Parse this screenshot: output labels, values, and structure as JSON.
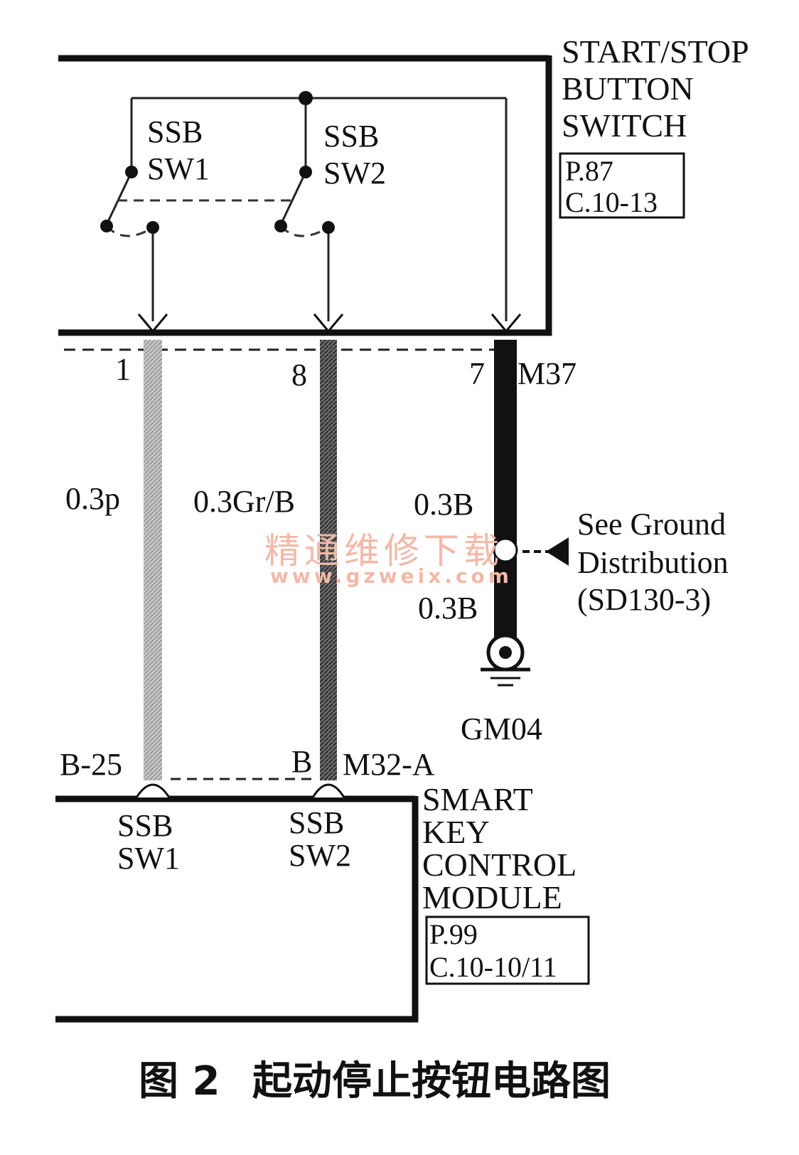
{
  "switch_component": {
    "name_lines": [
      "START/STOP",
      "BUTTON",
      "SWITCH"
    ],
    "ref_lines": [
      "P.87",
      "C.10-13"
    ],
    "sw1_lines": [
      "SSB",
      "SW1"
    ],
    "sw2_lines": [
      "SSB",
      "SW2"
    ]
  },
  "connector_top": {
    "id": "M37",
    "pins": [
      "1",
      "8",
      "7"
    ]
  },
  "wires": [
    {
      "label": "0.3p",
      "color": "#b5b5b5"
    },
    {
      "label": "0.3Gr/B",
      "color": "#6b6b6b"
    },
    {
      "label": "0.3B",
      "color": "#111111"
    },
    {
      "label": "0.3B",
      "color": "#111111"
    }
  ],
  "ground_ref": {
    "lines": [
      "See Ground",
      "Distribution",
      "(SD130-3)"
    ]
  },
  "ground_point": "GM04",
  "connector_bottom": {
    "left_pin": "B-25",
    "right_pin": "B",
    "id": "M32-A"
  },
  "module": {
    "name_lines": [
      "SMART",
      "KEY",
      "CONTROL",
      "MODULE"
    ],
    "ref_lines": [
      "P.99",
      "C.10-10/11"
    ],
    "sw1_lines": [
      "SSB",
      "SW1"
    ],
    "sw2_lines": [
      "SSB",
      "SW2"
    ]
  },
  "watermark": {
    "cn": "精通维修下载",
    "url": "www.gzweix.com"
  },
  "caption": {
    "figure": "图 2",
    "title": "起动停止按钮电路图"
  }
}
